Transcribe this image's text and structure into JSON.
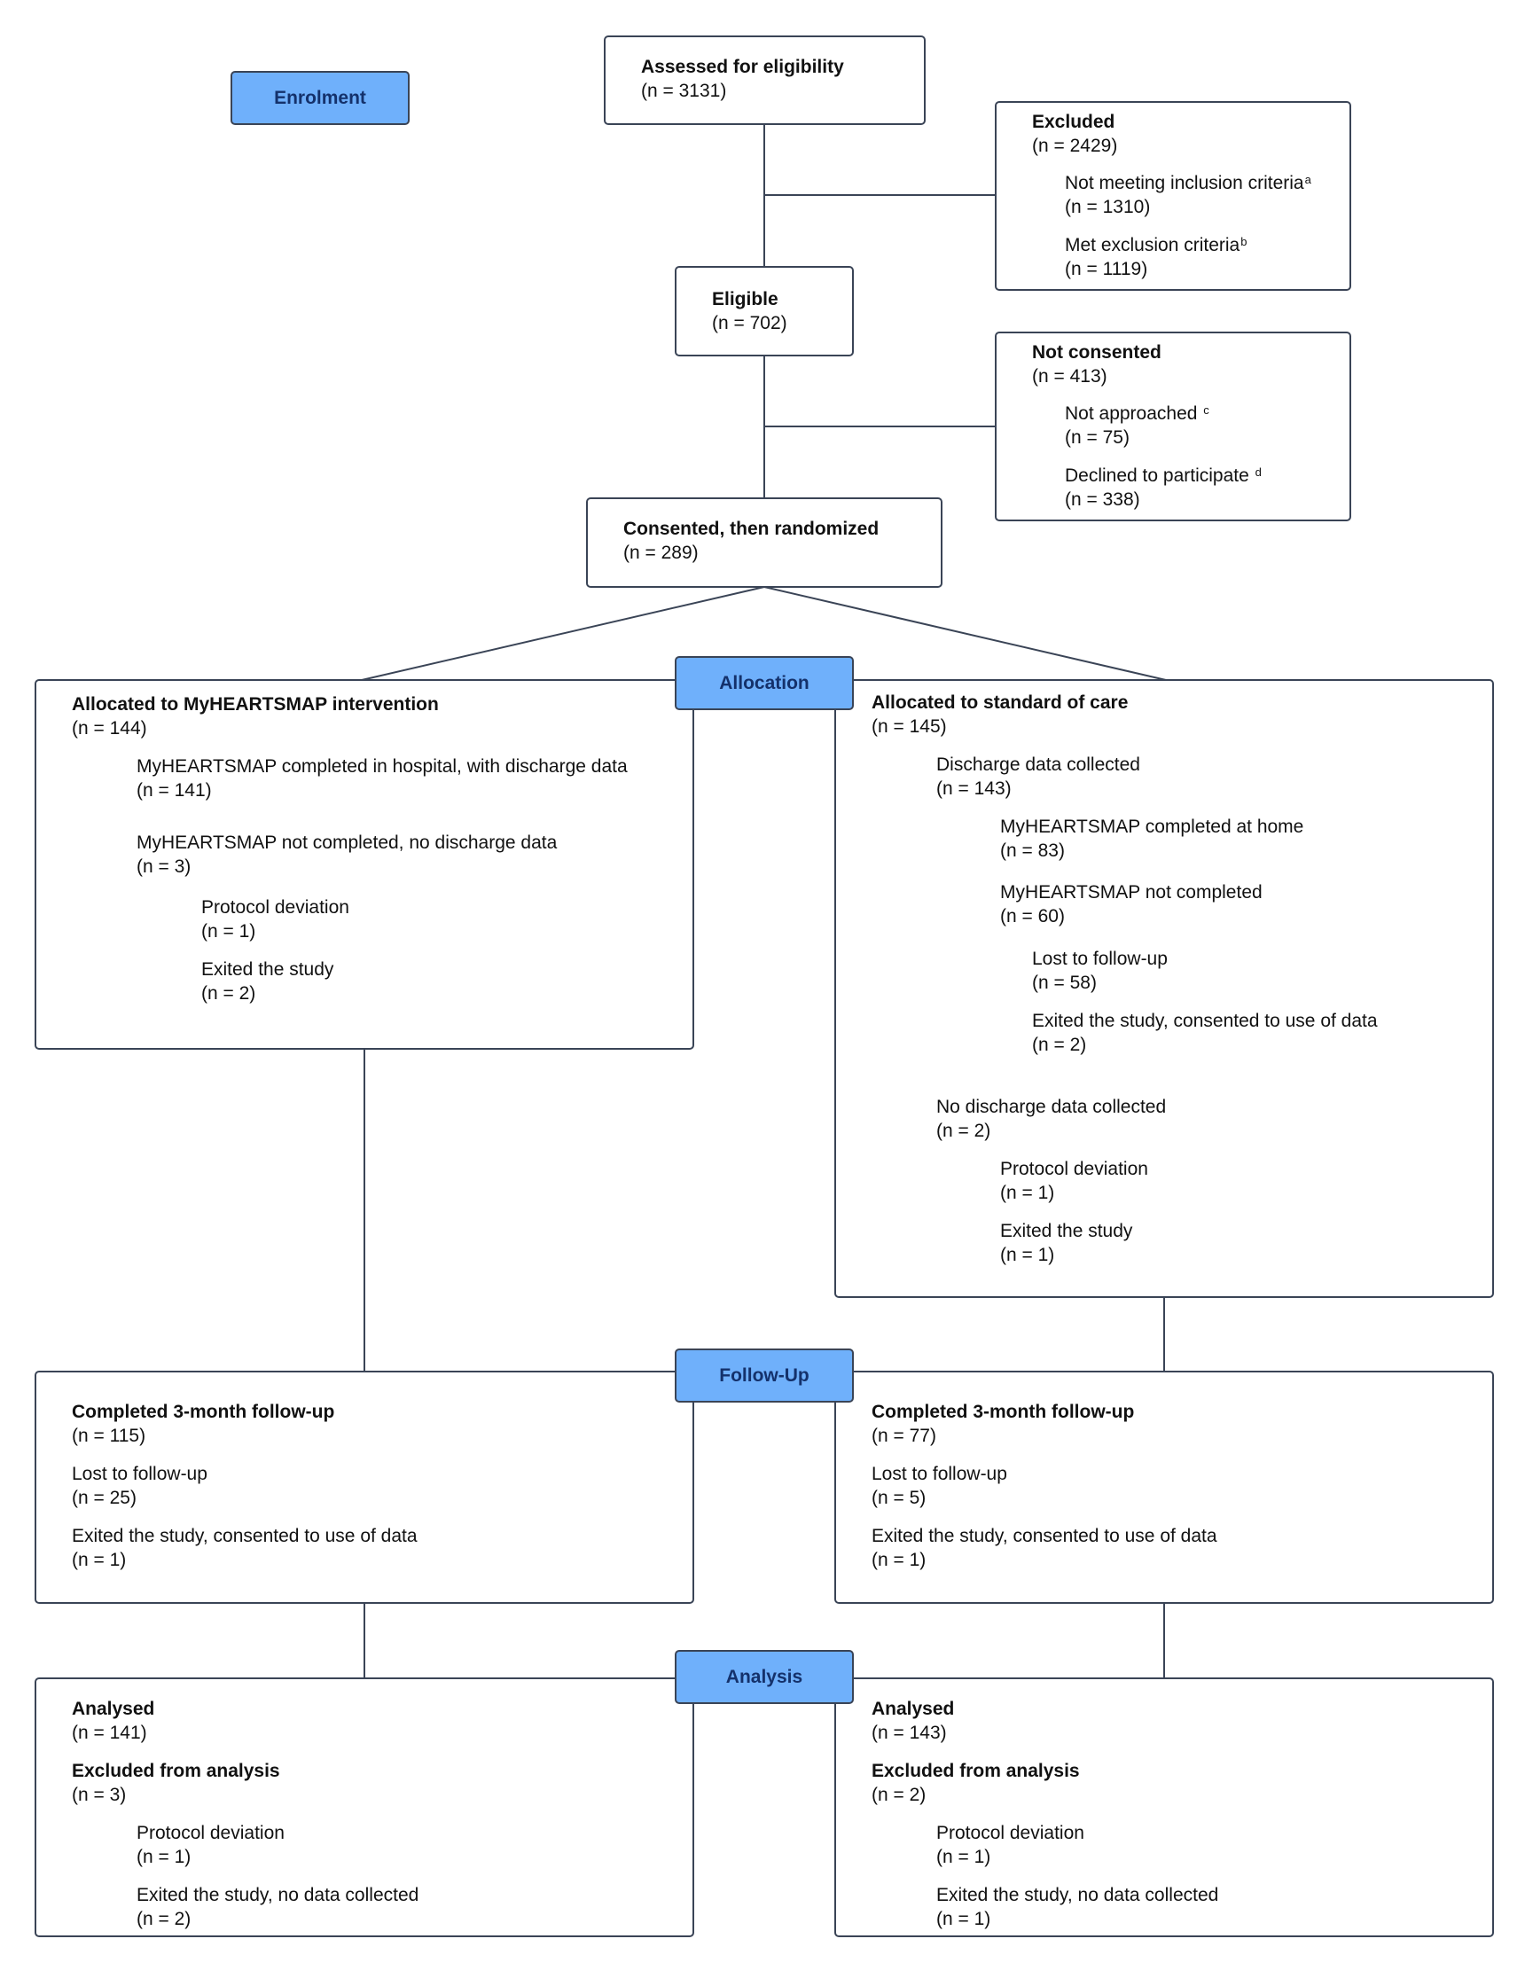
{
  "stages": {
    "enrolment": "Enrolment",
    "allocation": "Allocation",
    "followup": "Follow-Up",
    "analysis": "Analysis"
  },
  "assessed": {
    "title": "Assessed for eligibility",
    "n": "(n = 3131)"
  },
  "excluded": {
    "title": "Excluded",
    "n": "(n = 2429)",
    "inclusion_label": "Not meeting inclusion criteria",
    "inclusion_sup": "a",
    "inclusion_n": "(n = 1310)",
    "exclusion_label": "Met exclusion criteria",
    "exclusion_sup": "b",
    "exclusion_n": "(n = 1119)"
  },
  "eligible": {
    "title": "Eligible",
    "n": "(n = 702)"
  },
  "not_consented": {
    "title": "Not consented",
    "n": "(n = 413)",
    "approached_label": "Not approached",
    "approached_sup": "c",
    "approached_n": "(n = 75)",
    "declined_label": "Declined to participate",
    "declined_sup": "d",
    "declined_n": "(n = 338)"
  },
  "randomized": {
    "title": "Consented, then randomized",
    "n": "(n = 289)"
  },
  "alloc_left": {
    "title": "Allocated to MyHEARTSMAP intervention",
    "n": "(n = 144)",
    "completed_label": "MyHEARTSMAP completed in hospital, with discharge data",
    "completed_n": "(n = 141)",
    "not_completed_label": "MyHEARTSMAP not completed, no discharge data",
    "not_completed_n": "(n = 3)",
    "deviation_label": "Protocol deviation",
    "deviation_n": "(n = 1)",
    "exited_label": "Exited the study",
    "exited_n": "(n = 2)"
  },
  "alloc_right": {
    "title": "Allocated to standard of care",
    "n": "(n = 145)",
    "discharge_label": "Discharge data collected",
    "discharge_n": "(n = 143)",
    "home_label": "MyHEARTSMAP completed at home",
    "home_n": "(n = 83)",
    "not_completed_label": "MyHEARTSMAP not completed",
    "not_completed_n": "(n = 60)",
    "lost_label": "Lost to follow-up",
    "lost_n": "(n = 58)",
    "exited_consent_label": "Exited the study, consented to use of data",
    "exited_consent_n": "(n = 2)",
    "no_discharge_label": "No discharge data collected",
    "no_discharge_n": "(n = 2)",
    "deviation_label": "Protocol deviation",
    "deviation_n": "(n = 1)",
    "exited_label": "Exited the study",
    "exited_n": "(n = 1)"
  },
  "follow_left": {
    "completed_label": "Completed 3-month follow-up",
    "completed_n": "(n = 115)",
    "lost_label": "Lost to follow-up",
    "lost_n": "(n = 25)",
    "exited_label": "Exited the study, consented to use of data",
    "exited_n": "(n = 1)"
  },
  "follow_right": {
    "completed_label": "Completed 3-month follow-up",
    "completed_n": "(n = 77)",
    "lost_label": "Lost to follow-up",
    "lost_n": "(n = 5)",
    "exited_label": "Exited the study, consented to use of data",
    "exited_n": "(n = 1)"
  },
  "analysis_left": {
    "analysed_label": "Analysed",
    "analysed_n": "(n = 141)",
    "excluded_label": "Excluded from analysis",
    "excluded_n": "(n = 3)",
    "deviation_label": "Protocol deviation",
    "deviation_n": "(n = 1)",
    "exited_label": "Exited the study, no data collected",
    "exited_n": "(n = 2)"
  },
  "analysis_right": {
    "analysed_label": "Analysed",
    "analysed_n": "(n = 143)",
    "excluded_label": "Excluded from analysis",
    "excluded_n": "(n = 2)",
    "deviation_label": "Protocol deviation",
    "deviation_n": "(n = 1)",
    "exited_label": "Exited the study, no data collected",
    "exited_n": "(n = 1)"
  }
}
